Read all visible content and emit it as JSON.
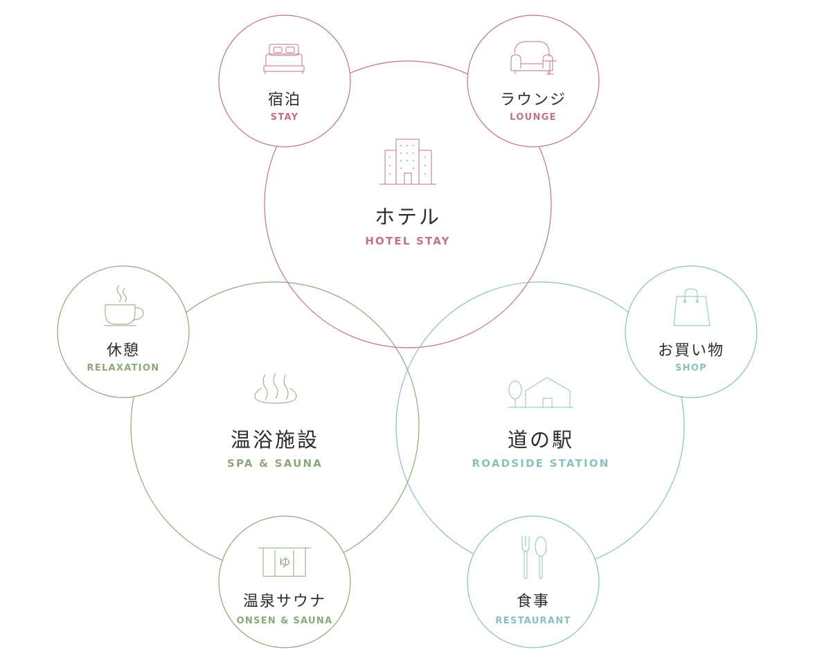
{
  "colors": {
    "hotel": "#c07282",
    "spa": "#8aa87a",
    "station": "#86c1be"
  },
  "main": {
    "hotel": {
      "jp": "ホテル",
      "en": "HOTEL STAY",
      "icon": "building-icon"
    },
    "spa": {
      "jp": "温浴施設",
      "en": "SPA & SAUNA",
      "icon": "hot-spring-icon"
    },
    "station": {
      "jp": "道の駅",
      "en": "ROADSIDE STATION",
      "icon": "house-tree-icon"
    }
  },
  "sub": {
    "stay": {
      "jp": "宿泊",
      "en": "STAY",
      "icon": "bed-icon"
    },
    "lounge": {
      "jp": "ラウンジ",
      "en": "LOUNGE",
      "icon": "armchair-icon"
    },
    "relaxation": {
      "jp": "休憩",
      "en": "RELAXATION",
      "icon": "coffee-cup-icon"
    },
    "onsen": {
      "jp": "温泉サウナ",
      "en": "ONSEN & SAUNA",
      "icon": "noren-curtain-icon"
    },
    "shop": {
      "jp": "お買い物",
      "en": "SHOP",
      "icon": "shopping-bag-icon"
    },
    "restaurant": {
      "jp": "食事",
      "en": "RESTAURANT",
      "icon": "fork-spoon-icon"
    }
  }
}
